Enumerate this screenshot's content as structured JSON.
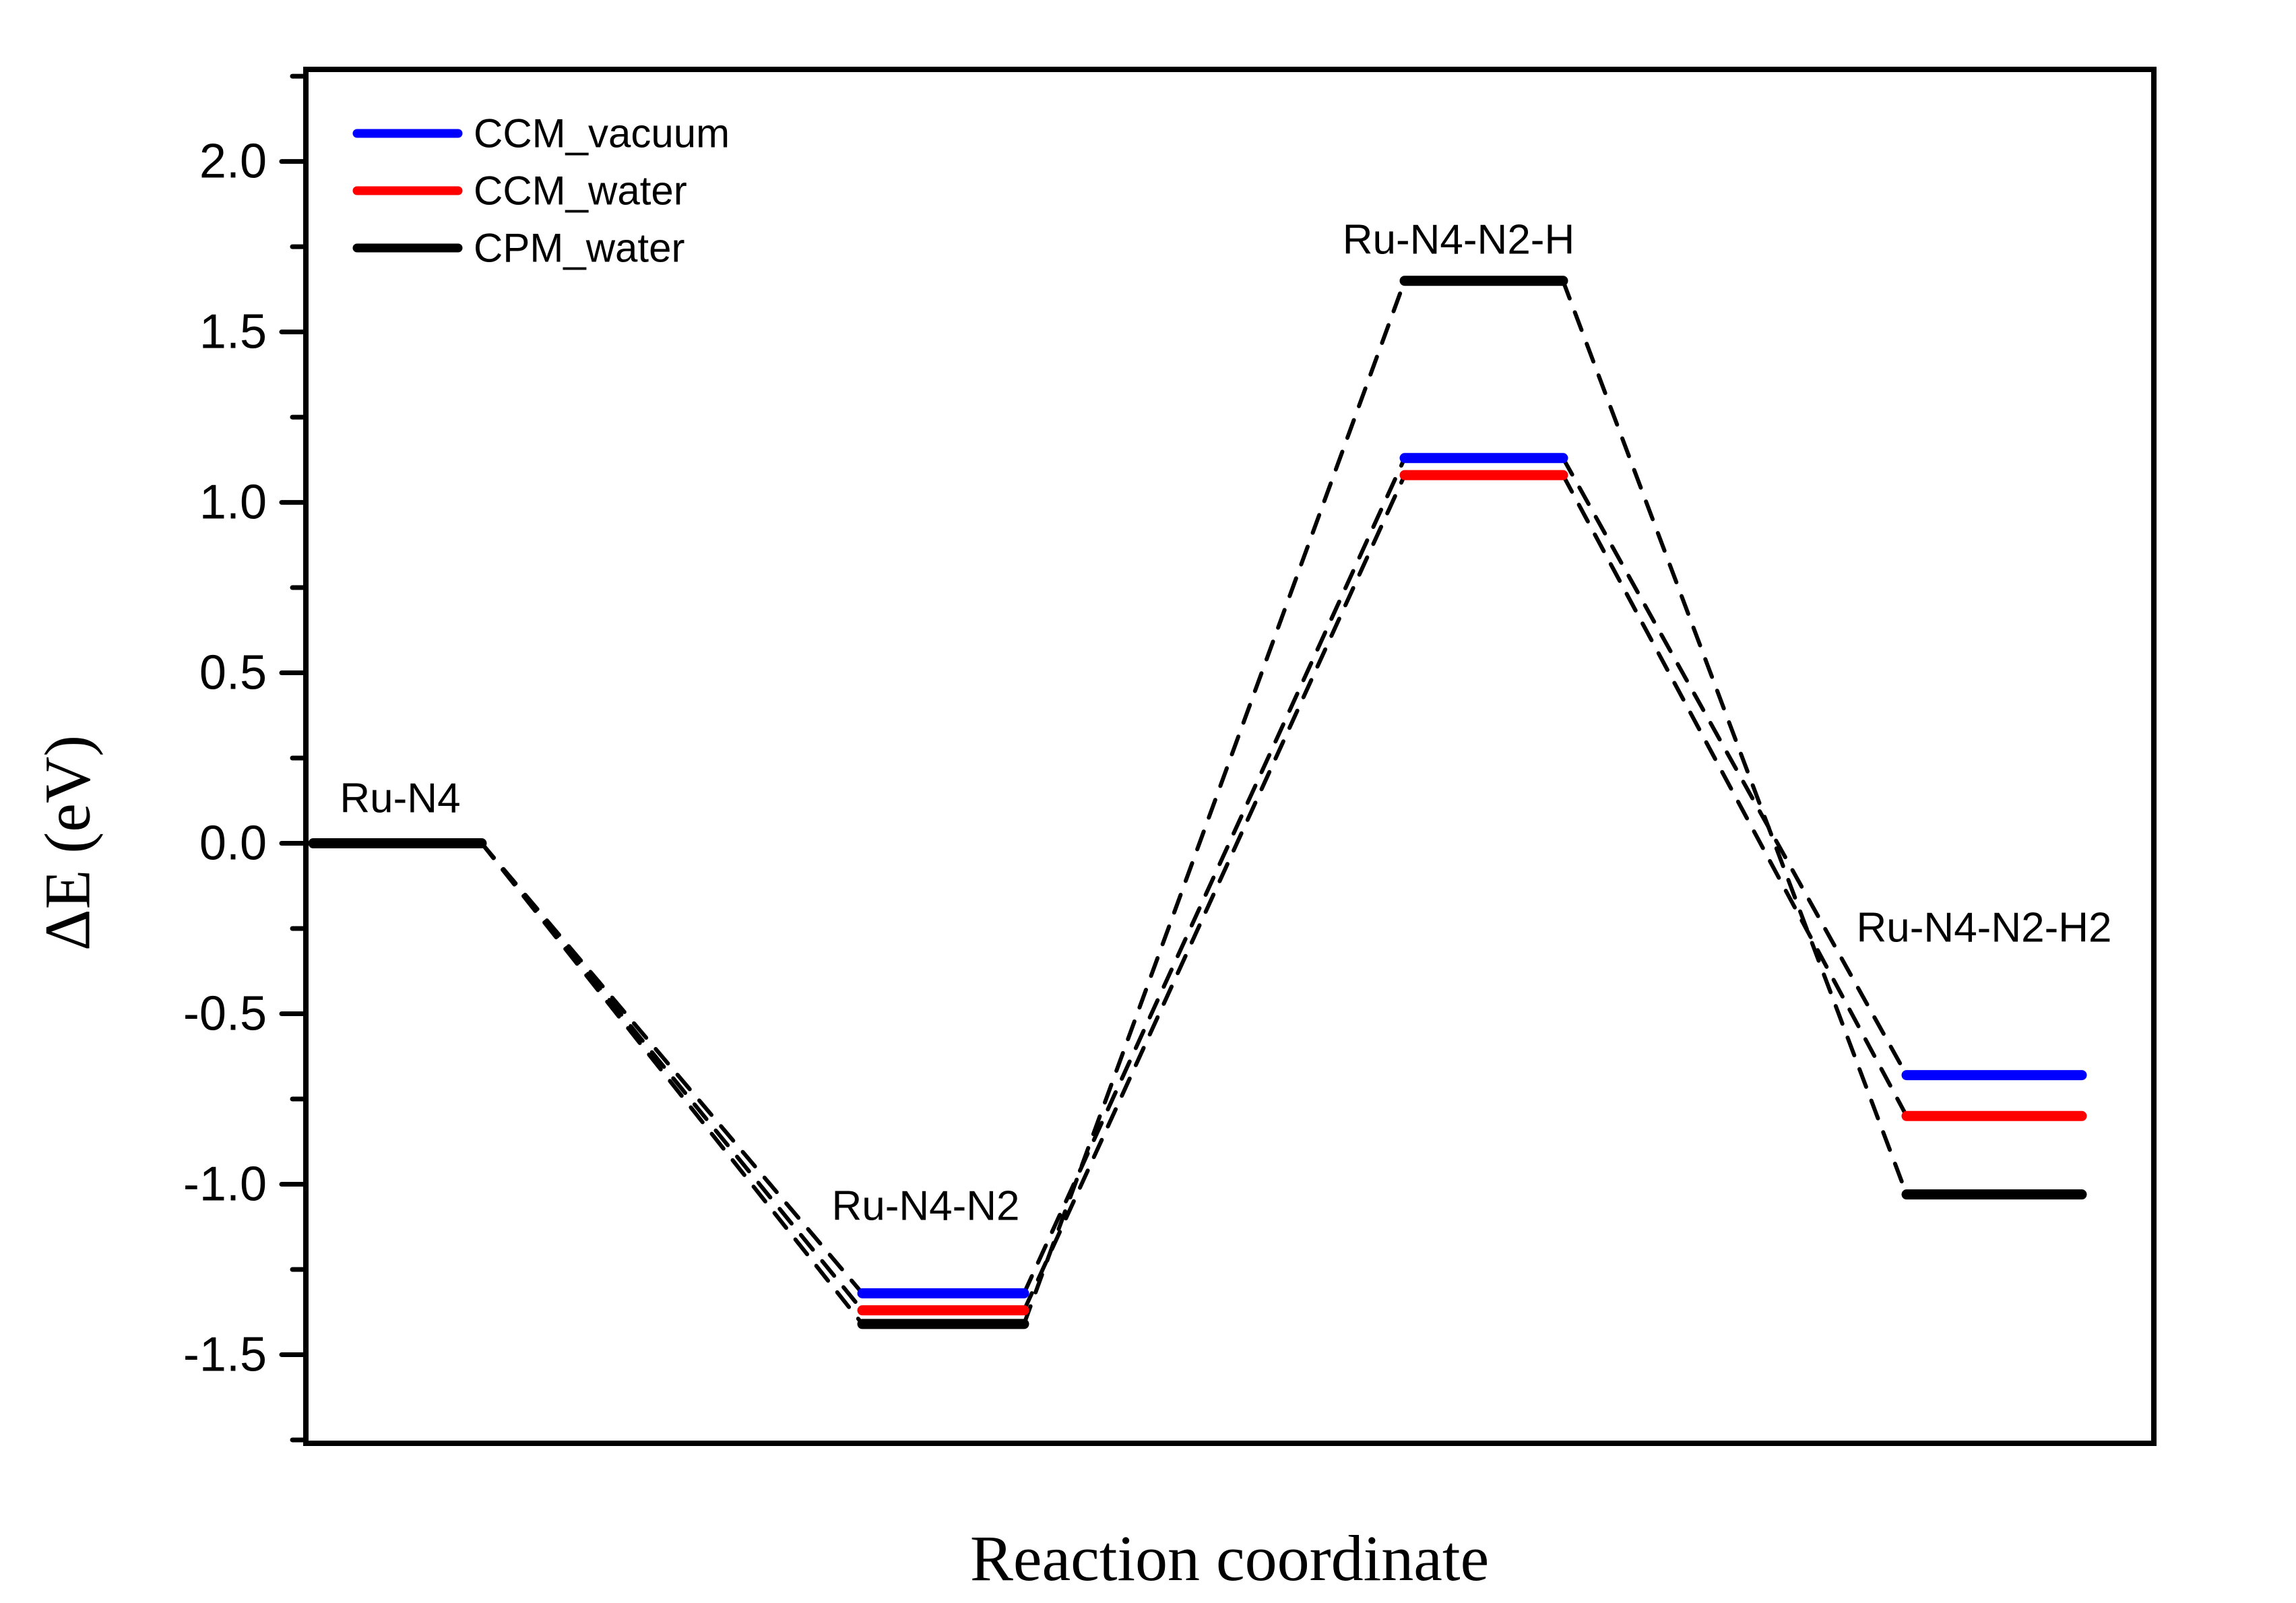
{
  "chart_data": {
    "type": "line",
    "subtype": "energy-level-diagram",
    "xlabel": "Reaction coordinate",
    "ylabel": "ΔE (eV)",
    "categories": [
      "Ru-N4",
      "Ru-N4-N2",
      "Ru-N4-N2-H",
      "Ru-N4-N2-H2"
    ],
    "series": [
      {
        "name": "CCM_vacuum",
        "color": "#0000ff",
        "values": [
          0.0,
          -1.32,
          1.13,
          -0.68
        ]
      },
      {
        "name": "CCM_water",
        "color": "#ff0000",
        "values": [
          0.0,
          -1.37,
          1.08,
          -0.8
        ]
      },
      {
        "name": "CPM_water",
        "color": "#000000",
        "values": [
          0.0,
          -1.41,
          1.65,
          -1.03
        ]
      }
    ],
    "origin_note": "All three series coincide at 0.0 eV for Ru-N4 and are drawn as a single black level",
    "ylim": [
      -1.76,
      2.27
    ],
    "yticks_major": [
      2.0,
      1.5,
      1.0,
      0.5,
      0.0,
      -0.5,
      -1.0,
      -1.5
    ],
    "ytick_labels": [
      "2.0",
      "1.5",
      "1.0",
      "0.5",
      "0.0",
      "-0.5",
      "-1.0",
      "-1.5"
    ],
    "minor_tick_step": 0.25,
    "grid": false,
    "legend_position": "top-left",
    "connector_style": "black dashed lines joining level ends"
  }
}
